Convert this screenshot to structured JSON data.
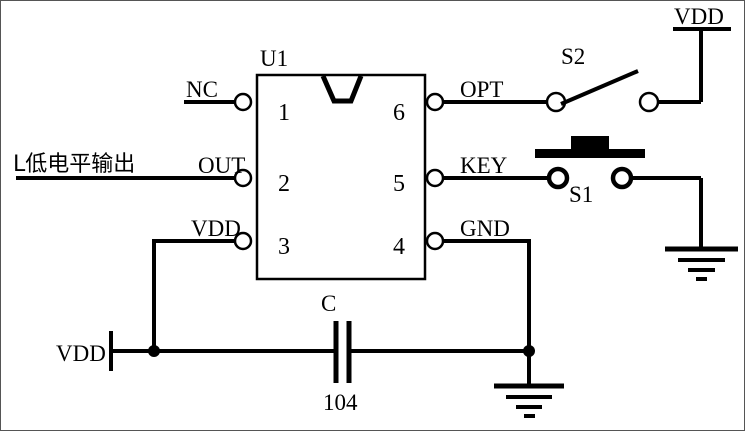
{
  "diagram": {
    "title_note": "L低电平输出",
    "ic": {
      "refdes": "U1",
      "pins_left": [
        {
          "number": "1",
          "label": "NC"
        },
        {
          "number": "2",
          "label": "OUT"
        },
        {
          "number": "3",
          "label": "VDD"
        }
      ],
      "pins_right": [
        {
          "number": "6",
          "label": "OPT"
        },
        {
          "number": "5",
          "label": "KEY"
        },
        {
          "number": "4",
          "label": "GND"
        }
      ]
    },
    "components": {
      "capacitor": {
        "refdes": "C",
        "value": "104"
      },
      "switch_s2": {
        "refdes": "S2",
        "type": "spst-open"
      },
      "switch_s1": {
        "refdes": "S1",
        "type": "pushbutton"
      }
    },
    "rails": {
      "vdd_left": "VDD",
      "vdd_top_right": "VDD"
    },
    "colors": {
      "wire": "#000000",
      "background": "#ffffff",
      "border": "#555555"
    }
  }
}
